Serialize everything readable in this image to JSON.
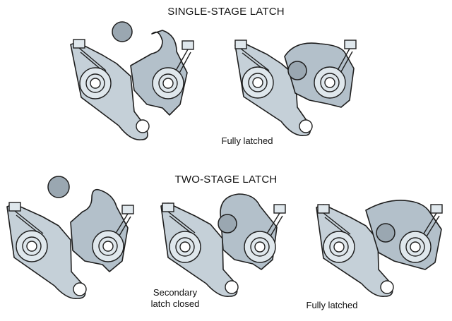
{
  "single_stage": {
    "title": "SINGLE-STAGE LATCH",
    "caption": "Fully latched"
  },
  "two_stage": {
    "title": "TWO-STAGE LATCH",
    "caption_secondary_line1": "Secondary",
    "caption_secondary_line2": "latch closed",
    "caption_full": "Fully latched"
  },
  "colors": {
    "plate": "#c5d0d8",
    "striker": "#9aa7b1",
    "outline": "#1e1e1e",
    "background": "#ffffff"
  }
}
